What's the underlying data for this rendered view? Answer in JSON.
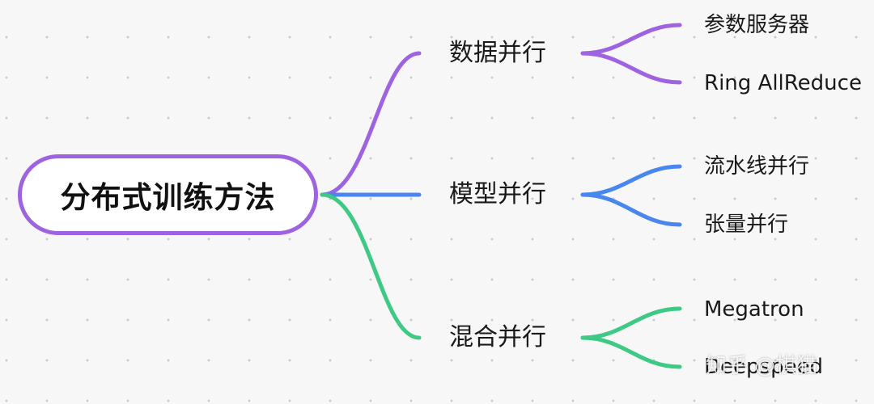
{
  "colors": {
    "background": "#f7f7f7",
    "purple": "#9e63e0",
    "blue": "#4a86f0",
    "green": "#3ec985"
  },
  "root": {
    "label": "分布式训练方法"
  },
  "branches": [
    {
      "label": "数据并行",
      "color": "purple",
      "children": [
        "参数服务器",
        "Ring AllReduce"
      ]
    },
    {
      "label": "模型并行",
      "color": "blue",
      "children": [
        "流水线并行",
        "张量并行"
      ]
    },
    {
      "label": "混合并行",
      "color": "green",
      "children": [
        "Megatron",
        "Deepspeed"
      ]
    }
  ],
  "watermark": "知乎 @棋猫"
}
